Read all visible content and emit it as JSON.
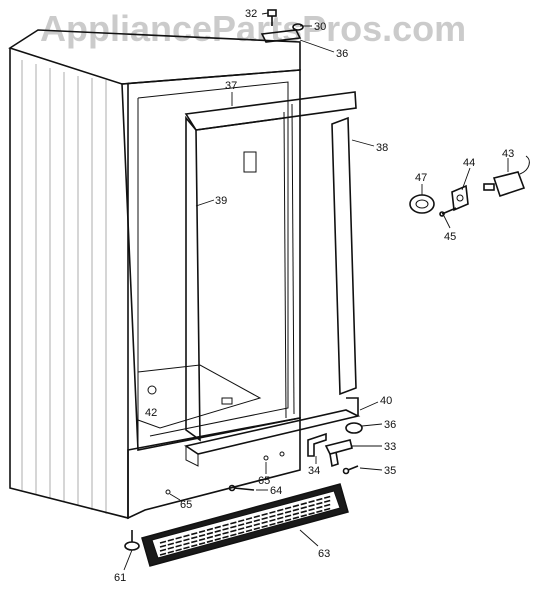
{
  "watermark": "AppliancePartsPros.com",
  "callouts": {
    "c32": "32",
    "c30": "30",
    "c36a": "36",
    "c37": "37",
    "c38": "38",
    "c39": "39",
    "c47": "47",
    "c44": "44",
    "c43": "43",
    "c45": "45",
    "c42": "42",
    "c40": "40",
    "c36b": "36",
    "c33": "33",
    "c34": "34",
    "c35": "35",
    "c65a": "65",
    "c65b": "65",
    "c64": "64",
    "c63": "63",
    "c61": "61"
  }
}
